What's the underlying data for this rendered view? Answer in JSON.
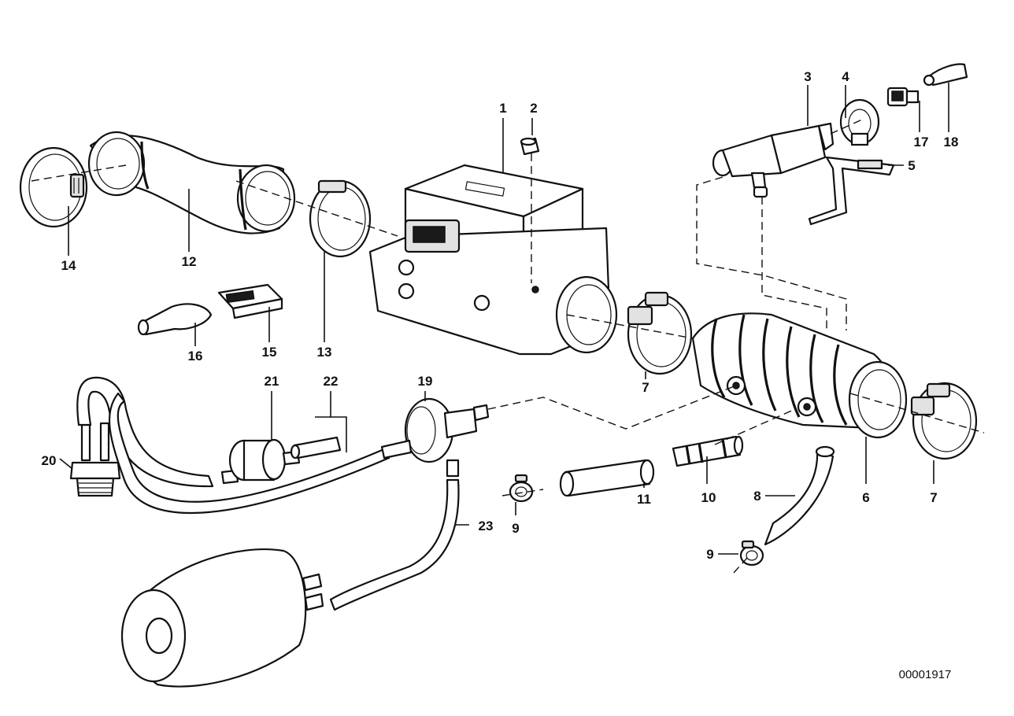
{
  "labels": [
    "1",
    "2",
    "3",
    "4",
    "5",
    "6",
    "7",
    "8",
    "9",
    "10",
    "11",
    "12",
    "13",
    "14",
    "15",
    "16",
    "17",
    "18",
    "19",
    "20",
    "21",
    "22",
    "23"
  ],
  "reference_number": "00001917",
  "colors": {
    "line": "#111111",
    "background": "#ffffff"
  }
}
